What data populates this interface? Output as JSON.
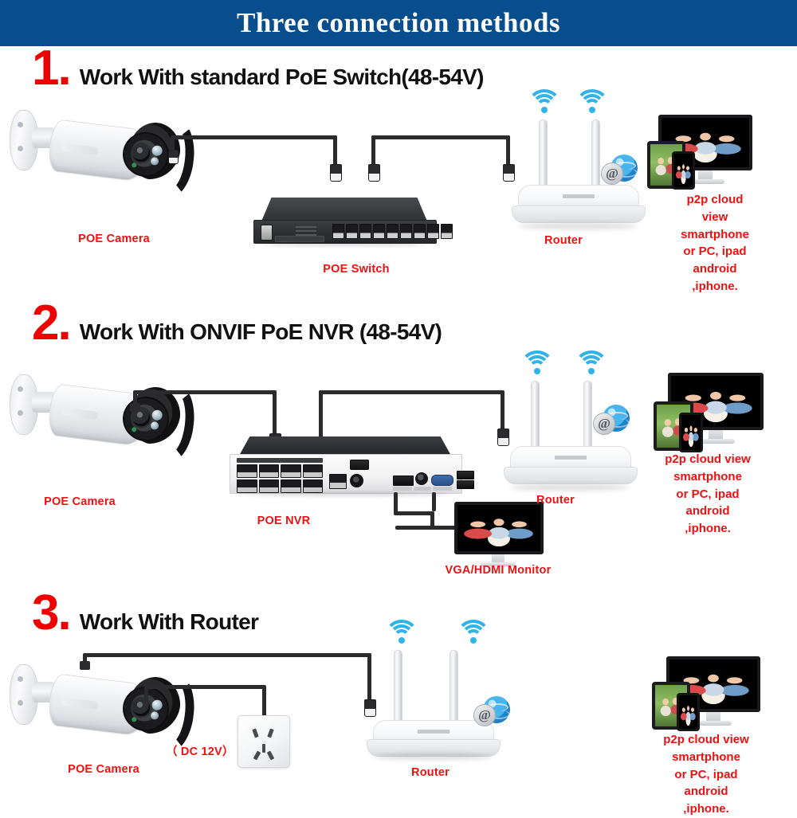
{
  "header": {
    "title": "Three connection methods"
  },
  "sections": [
    {
      "number": "1.",
      "title": "Work With standard PoE Switch(48-54V)",
      "labels": {
        "camera": "POE Camera",
        "switch": "POE Switch",
        "router": "Router",
        "cloud_line1": "p2p cloud  view smartphone",
        "cloud_line2": "or PC, ipad android ,iphone."
      }
    },
    {
      "number": "2.",
      "title": "Work With ONVIF PoE NVR (48-54V)",
      "labels": {
        "camera": "POE Camera",
        "nvr": "POE NVR",
        "monitor": "VGA/HDMI Monitor",
        "router": "Router",
        "cloud_line1": "p2p cloud  view smartphone",
        "cloud_line2": "or PC, ipad android ,iphone."
      }
    },
    {
      "number": "3.",
      "title": "Work With Router",
      "labels": {
        "camera": "POE Camera",
        "power": "（ DC 12V）",
        "router": "Router",
        "cloud_line1": "p2p cloud  view smartphone",
        "cloud_line2": "or PC, ipad android ,iphone."
      }
    }
  ],
  "colors": {
    "header_bg": "#084d8c",
    "header_text": "#ffffff",
    "accent_red": "#ee1111",
    "number_red": "#ee0000",
    "wifi_blue": "#2eb4e8",
    "title_black": "#111111"
  }
}
